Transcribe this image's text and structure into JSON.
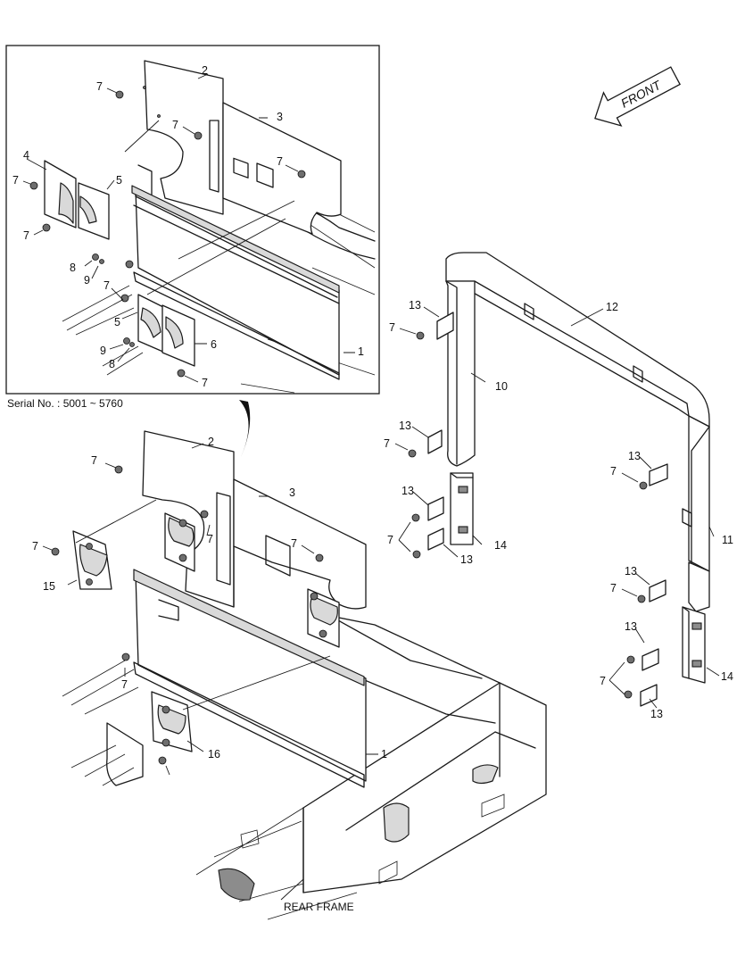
{
  "inset": {
    "serial_label": "Serial No. : 5001 ~ 5760"
  },
  "front_indicator": "FRONT",
  "base_caption": "REAR FRAME",
  "callouts": {
    "inset": [
      "7",
      "2",
      "7",
      "3",
      "7",
      "4",
      "7",
      "5",
      "7",
      "8",
      "9",
      "7",
      "5",
      "6",
      "9",
      "8",
      "7",
      "1"
    ],
    "main": [
      "2",
      "7",
      "3",
      "7",
      "7",
      "15",
      "7",
      "16",
      "7",
      "1"
    ],
    "guard": [
      "13",
      "7",
      "12",
      "10",
      "13",
      "7",
      "13",
      "7",
      "14",
      "13",
      "7",
      "11",
      "13",
      "7",
      "13",
      "7",
      "14",
      "13"
    ]
  },
  "colors": {
    "line": "#1a1a1a",
    "shade": "#d9d9d9",
    "bolt": "#6e6e6e"
  }
}
